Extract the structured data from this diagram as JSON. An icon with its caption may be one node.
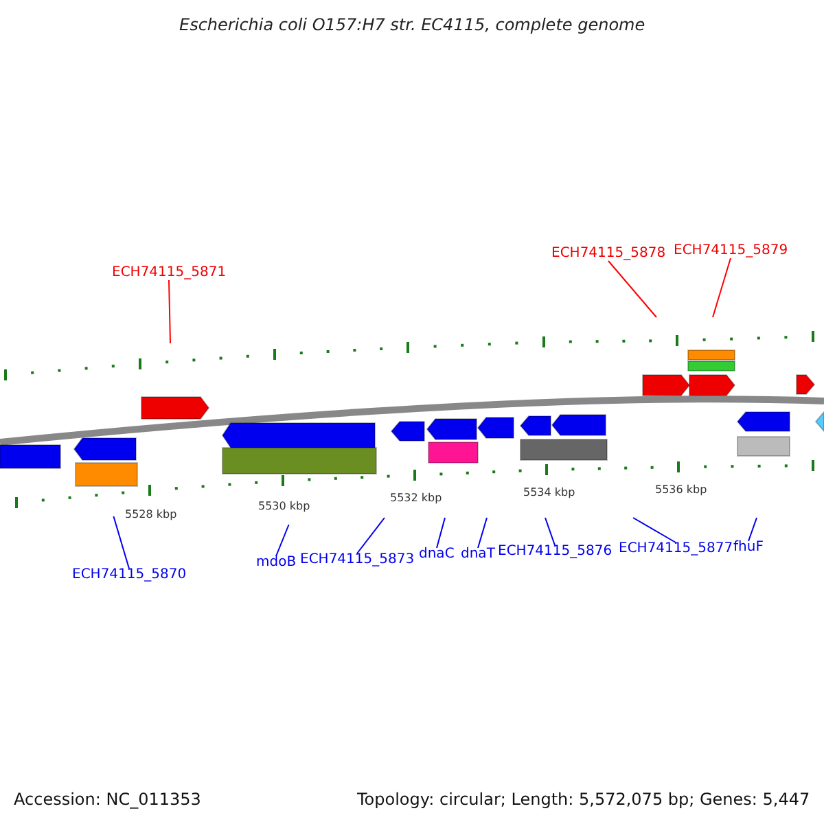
{
  "diagram": {
    "title": "Escherichia coli O157:H7 str. EC4115, complete genome",
    "nodes": [
      {
        "text": [
          "ECH74115_5871"
        ]
      },
      {
        "text": [
          "ECH74115_5878"
        ]
      },
      {
        "text": [
          "ECH74115_5879"
        ]
      },
      {
        "text": [
          "ECH74115_5870"
        ]
      },
      {
        "text": [
          "mdoB"
        ]
      },
      {
        "text": [
          "ECH74115_5873"
        ]
      },
      {
        "text": [
          "dnaC"
        ]
      },
      {
        "text": [
          "dnaT"
        ]
      },
      {
        "text": [
          "ECH74115_5876"
        ]
      },
      {
        "text": [
          "ECH74115_5877"
        ]
      },
      {
        "text": [
          "fhuF"
        ]
      }
    ],
    "edges": [
      {
        "from": 0,
        "to": null,
        "arrow": "none",
        "color": "#ff0000"
      },
      {
        "from": 1,
        "to": null,
        "arrow": "none",
        "color": "#ff0000"
      },
      {
        "from": 2,
        "to": null,
        "arrow": "none",
        "color": "#ff0000"
      },
      {
        "from": 3,
        "to": null,
        "arrow": "none"
      },
      {
        "from": 4,
        "to": null,
        "arrow": "none"
      },
      {
        "from": 5,
        "to": null,
        "arrow": "none"
      },
      {
        "from": 6,
        "to": null,
        "arrow": "none"
      },
      {
        "from": 7,
        "to": null,
        "arrow": "none"
      },
      {
        "from": 8,
        "to": null,
        "arrow": "none"
      },
      {
        "from": 9,
        "to": null,
        "arrow": "none"
      },
      {
        "from": 10,
        "to": null,
        "arrow": "none"
      }
    ],
    "labels": [
      "5528 kbp",
      "5530 kbp",
      "5532 kbp",
      "5534 kbp",
      "5536 kbp",
      "Accession: NC_011353",
      "Topology: circular; Length: 5,572,075 bp; Genes: 5,447"
    ]
  }
}
